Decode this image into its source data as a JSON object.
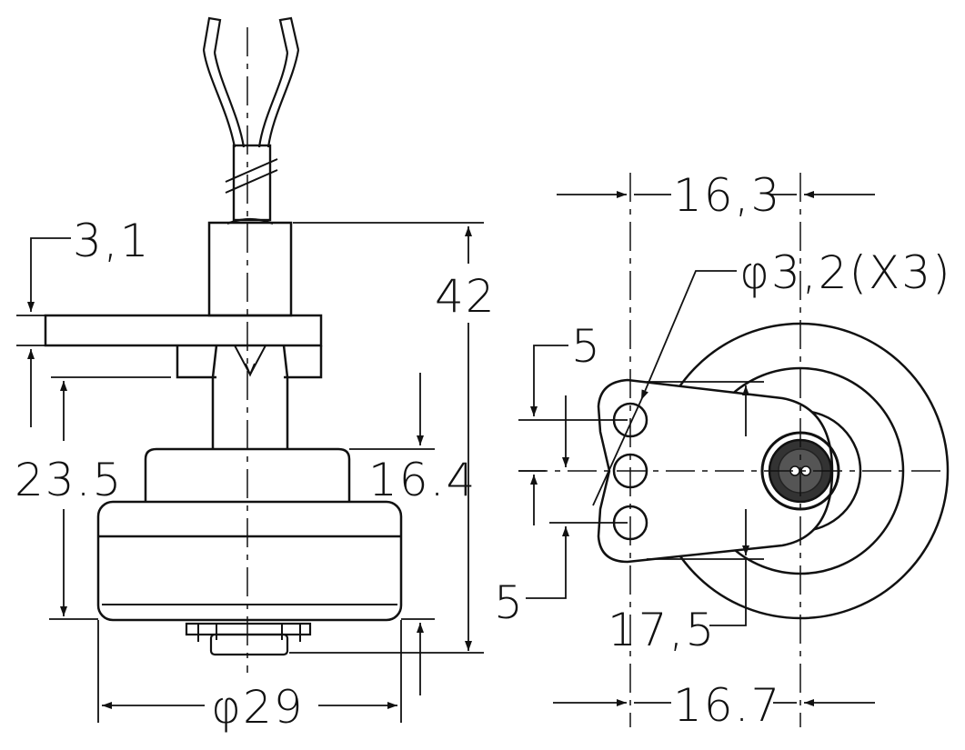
{
  "dimensions": {
    "flange_thickness": "3,1",
    "total_height": "42",
    "lower_height": "23.5",
    "body_height": "16.4",
    "body_diameter": "φ29",
    "hole_spacing_x": "16,3",
    "hole_diameter": "φ3,2(X3)",
    "pitch_upper": "5",
    "pitch_lower": "5",
    "hole_span": "17,5",
    "center_offset_x": "16.7"
  },
  "colors": {
    "line": "#111111",
    "background": "#ffffff"
  }
}
